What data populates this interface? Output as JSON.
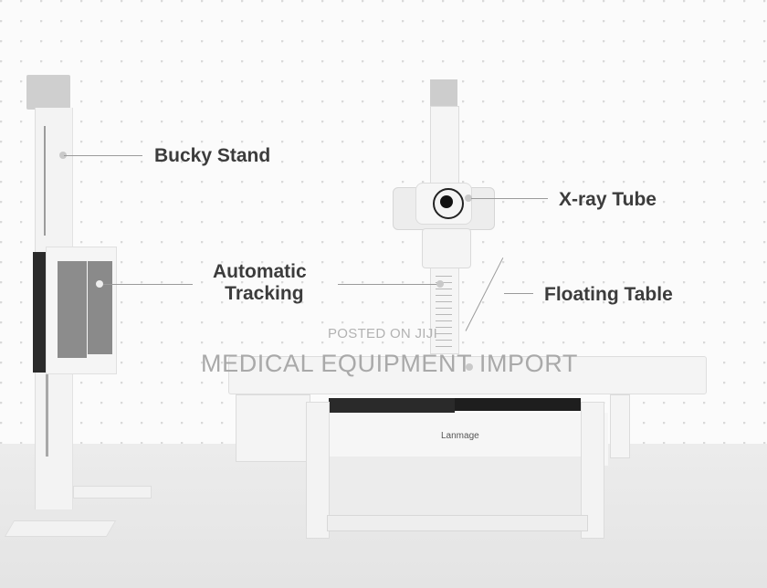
{
  "callouts": {
    "bucky_stand": "Bucky  Stand",
    "automatic_tracking_line1": "Automatic",
    "automatic_tracking_line2": "Tracking",
    "xray_tube": "X-ray Tube",
    "floating_table": "Floating Table"
  },
  "watermark": {
    "line1": "POSTED ON JIJI",
    "line2": "MEDICAL EQUIPMENT IMPORT"
  },
  "product": {
    "brand_label": "Lanmage"
  },
  "colors": {
    "label_text": "#3c3c3c",
    "detector_panel": "#8a8a8a",
    "equipment_body": "#f4f4f4",
    "floor": "#e8e8e8"
  }
}
